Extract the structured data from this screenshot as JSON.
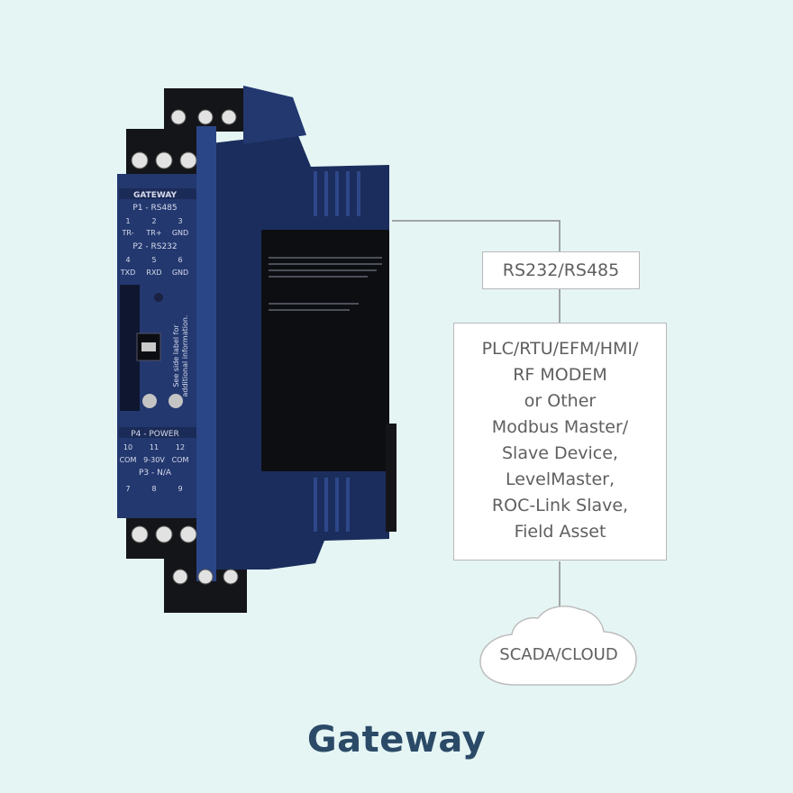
{
  "device": {
    "panel_title": "GATEWAY",
    "p1_title": "P1 - RS485",
    "p1_numbers": [
      "1",
      "2",
      "3"
    ],
    "p1_labels": [
      "TR-",
      "TR+",
      "GND"
    ],
    "p2_title": "P2 - RS232",
    "p2_numbers": [
      "4",
      "5",
      "6"
    ],
    "p2_labels": [
      "TXD",
      "RXD",
      "GND"
    ],
    "side_note_1": "See side label for",
    "side_note_2": "additional information.",
    "p4_title": "P4 - POWER",
    "p4_numbers": [
      "10",
      "11",
      "12"
    ],
    "p4_labels": [
      "COM",
      "9-30V",
      "COM"
    ],
    "p3_title": "P3 - N/A",
    "p3_numbers": [
      "7",
      "8",
      "9"
    ]
  },
  "diagram": {
    "interface_label": "RS232/RS485",
    "devices_lines": [
      "PLC/RTU/EFM/HMI/",
      "RF MODEM",
      "or Other",
      "Modbus Master/",
      "Slave Device,",
      "LevelMaster,",
      "ROC-Link Slave,",
      "Field Asset"
    ],
    "cloud_label": "SCADA/CLOUD"
  },
  "caption": "Gateway",
  "colors": {
    "background": "#e5f5f4",
    "device_body": "#26407f",
    "caption": "#2b4a67",
    "connector_line": "#8a8a8a"
  }
}
